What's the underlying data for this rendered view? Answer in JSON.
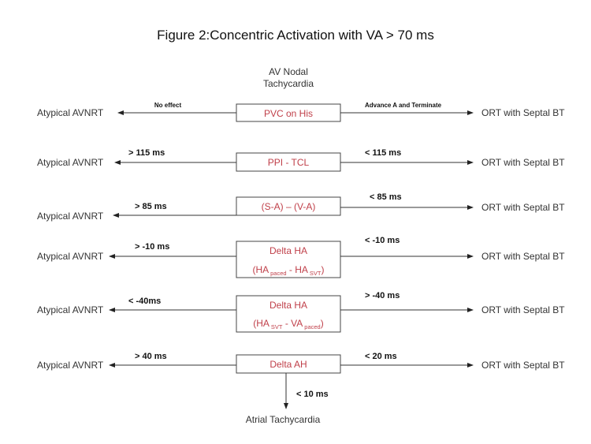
{
  "title": "Figure 2:Concentric Activation with VA > 70 ms",
  "root_label_lines": [
    "AV Nodal",
    "Tachycardia"
  ],
  "left_outcome": "Atypical AVNRT",
  "right_outcome": "ORT with Septal BT",
  "bottom_outcome": "Atrial Tachycardia",
  "rows": [
    {
      "box_lines": [
        "PVC on His"
      ],
      "left_label": "No effect",
      "right_label": "Advance A and Terminate",
      "small_labels": true
    },
    {
      "box_lines": [
        "PPI - TCL"
      ],
      "left_label": "> 115 ms",
      "right_label": "< 115 ms"
    },
    {
      "box_lines": [
        "(S-A) – (V-A)"
      ],
      "left_label": "> 85 ms",
      "right_label": "< 85 ms"
    },
    {
      "box_lines": [
        "Delta HA"
      ],
      "formula": {
        "open": "(HA",
        "sub1": "paced",
        "mid": " - HA",
        "sub2": "SVT",
        "close": ")"
      },
      "left_label": "> -10 ms",
      "right_label": "< -10 ms"
    },
    {
      "box_lines": [
        "Delta HA"
      ],
      "formula": {
        "open": "(HA",
        "sub1": "SVT",
        "mid": " - VA",
        "sub2": "paced",
        "close": ")"
      },
      "left_label": "< -40ms",
      "right_label": "> -40 ms"
    },
    {
      "box_lines": [
        "Delta AH"
      ],
      "left_label": "> 40 ms",
      "right_label": "< 20 ms",
      "down_label": "< 10 ms"
    }
  ]
}
